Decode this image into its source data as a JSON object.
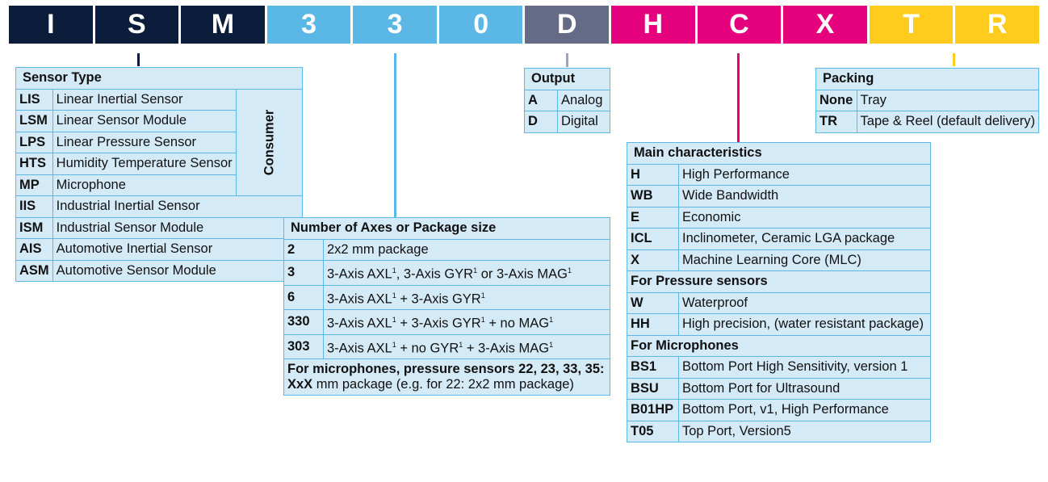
{
  "letters": [
    {
      "char": "I",
      "color": "#0b1d3b"
    },
    {
      "char": "S",
      "color": "#0b1d3b"
    },
    {
      "char": "M",
      "color": "#0b1d3b"
    },
    {
      "char": "3",
      "color": "#5bb7e6"
    },
    {
      "char": "3",
      "color": "#5bb7e6"
    },
    {
      "char": "0",
      "color": "#5bb7e6"
    },
    {
      "char": "D",
      "color": "#656b86"
    },
    {
      "char": "H",
      "color": "#e5007e"
    },
    {
      "char": "C",
      "color": "#e5007e"
    },
    {
      "char": "X",
      "color": "#e5007e"
    },
    {
      "char": "T",
      "color": "#ffcc1d"
    },
    {
      "char": "R",
      "color": "#ffcc1d"
    }
  ],
  "sensor_type": {
    "title": "Sensor Type",
    "group_label": "Consumer",
    "rows": [
      {
        "code": "LIS",
        "desc": "Linear Inertial Sensor"
      },
      {
        "code": "LSM",
        "desc": "Linear Sensor Module"
      },
      {
        "code": "LPS",
        "desc": "Linear Pressure Sensor"
      },
      {
        "code": "HTS",
        "desc": "Humidity Temperature Sensor"
      },
      {
        "code": "MP",
        "desc": "Microphone"
      },
      {
        "code": "IIS",
        "desc": "Industrial Inertial Sensor"
      },
      {
        "code": "ISM",
        "desc": "Industrial Sensor Module"
      },
      {
        "code": "AIS",
        "desc": "Automotive Inertial Sensor"
      },
      {
        "code": "ASM",
        "desc": "Automotive Sensor Module"
      }
    ]
  },
  "axes": {
    "title": "Number of Axes or Package size",
    "rows": [
      {
        "code": "2",
        "desc": "2x2 mm package"
      },
      {
        "code": "3",
        "desc": "3-Axis AXL¹, 3-Axis GYR¹ or 3-Axis MAG¹"
      },
      {
        "code": "6",
        "desc": "3-Axis AXL¹ + 3-Axis GYR¹"
      },
      {
        "code": "330",
        "desc": "3-Axis AXL¹ + 3-Axis GYR¹ + no MAG¹"
      },
      {
        "code": "303",
        "desc": "3-Axis AXL¹ + no GYR¹ + 3-Axis MAG¹"
      }
    ],
    "note_bold": "For microphones, pressure sensors 22, 23, 33, 35:",
    "note_code": "XxX",
    "note_rest": " mm package (e.g. for 22: 2x2 mm package)"
  },
  "output": {
    "title": "Output",
    "rows": [
      {
        "code": "A",
        "desc": "Analog"
      },
      {
        "code": "D",
        "desc": "Digital"
      }
    ]
  },
  "main": {
    "title": "Main characteristics",
    "rows1": [
      {
        "code": "H",
        "desc": "High Performance"
      },
      {
        "code": "WB",
        "desc": "Wide Bandwidth"
      },
      {
        "code": "E",
        "desc": "Economic"
      },
      {
        "code": "ICL",
        "desc": "Inclinometer, Ceramic LGA package"
      },
      {
        "code": "X",
        "desc": "Machine Learning Core (MLC)"
      }
    ],
    "sub1": "For Pressure sensors",
    "rows2": [
      {
        "code": "W",
        "desc": "Waterproof"
      },
      {
        "code": "HH",
        "desc": "High precision, (water resistant package)"
      }
    ],
    "sub2": "For Microphones",
    "rows3": [
      {
        "code": "BS1",
        "desc": "Bottom Port High Sensitivity, version 1"
      },
      {
        "code": "BSU",
        "desc": "Bottom Port for Ultrasound"
      },
      {
        "code": "B01HP",
        "desc": "Bottom Port, v1, High Performance"
      },
      {
        "code": "T05",
        "desc": "Top Port, Version5"
      }
    ]
  },
  "packing": {
    "title": "Packing",
    "rows": [
      {
        "code": "None",
        "desc": "Tray"
      },
      {
        "code": "TR",
        "desc": "Tape & Reel (default delivery)"
      }
    ]
  }
}
